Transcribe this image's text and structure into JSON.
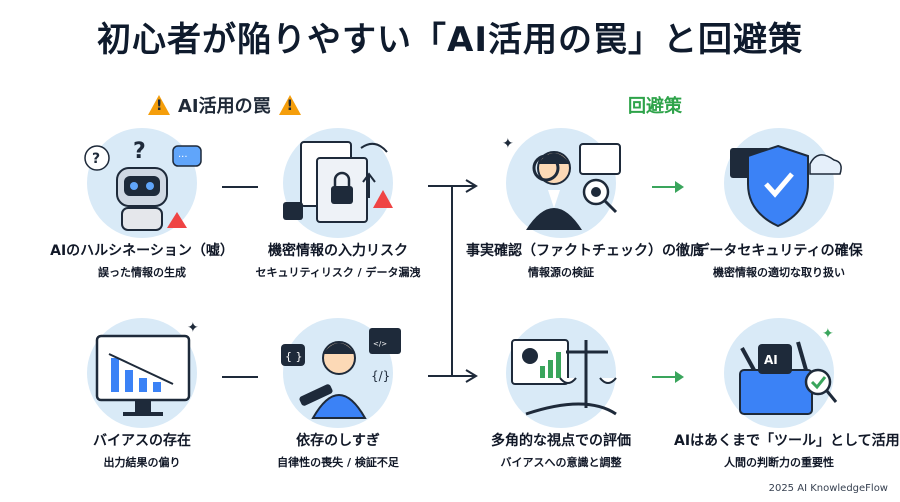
{
  "title": "初心者が陥りやすい「AI活用の罠」と回避策",
  "left_header": "AI活用の罠",
  "right_header": "回避策",
  "traps": [
    {
      "title": "AIのハルシネーション（嘘）",
      "subtitle": "誤った情報の生成",
      "icon": "robot-confused-icon"
    },
    {
      "title": "機密情報の入力リスク",
      "subtitle": "セキュリティリスク / データ漏洩",
      "icon": "locked-documents-icon"
    },
    {
      "title": "バイアスの存在",
      "subtitle": "出力結果の偏り",
      "icon": "biased-chart-monitor-icon"
    },
    {
      "title": "依存のしすぎ",
      "subtitle": "自律性の喪失 / 検証不足",
      "icon": "dependent-person-icon"
    }
  ],
  "solutions": [
    {
      "title": "事実確認（ファクトチェック）の徹底",
      "subtitle": "情報源の検証",
      "icon": "fact-check-person-icon"
    },
    {
      "title": "データセキュリティの確保",
      "subtitle": "機密情報の適切な取り扱い",
      "icon": "shield-check-icon"
    },
    {
      "title": "多角的な視点での評価",
      "subtitle": "バイアスへの意識と調整",
      "icon": "balance-scale-icon"
    },
    {
      "title": "AIはあくまで「ツール」として活用",
      "subtitle": "人間の判断力の重要性",
      "icon": "ai-toolbox-icon"
    }
  ],
  "footer": "2025 AI KnowledgeFlow",
  "colors": {
    "green": "#3aa55c",
    "warning": "#f59e0b",
    "navy": "#1e2a3a",
    "blob": "#d9eaf7"
  }
}
